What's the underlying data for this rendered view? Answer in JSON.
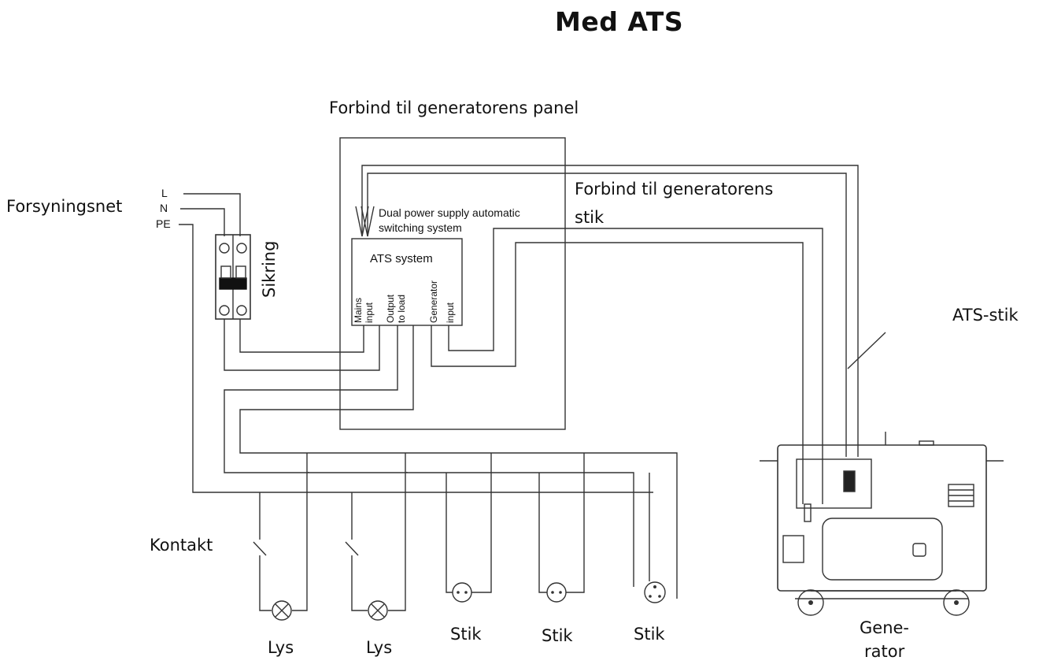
{
  "title": "Med ATS",
  "labels": {
    "panel": "Forbind til generatorens panel",
    "stik_line1": "Forbind til generatorens",
    "stik_line2": "stik",
    "forsyningsnet": "Forsyningsnet",
    "sikring": "Sikring",
    "ats_stik": "ATS-stik",
    "kontakt": "Kontakt",
    "generator_line1": "Gene-",
    "generator_line2": "rator"
  },
  "mains_lines": [
    "L",
    "N",
    "PE"
  ],
  "ats": {
    "note_line1": "Dual power supply automatic",
    "note_line2": "switching system",
    "box_title": "ATS system",
    "terminals": [
      {
        "line1": "Mains",
        "line2": "input"
      },
      {
        "line1": "Output",
        "line2": "to load"
      },
      {
        "line1": "Generator",
        "line2": "input"
      }
    ]
  },
  "loads": [
    "Lys",
    "Lys",
    "Stik",
    "Stik",
    "Stik"
  ]
}
